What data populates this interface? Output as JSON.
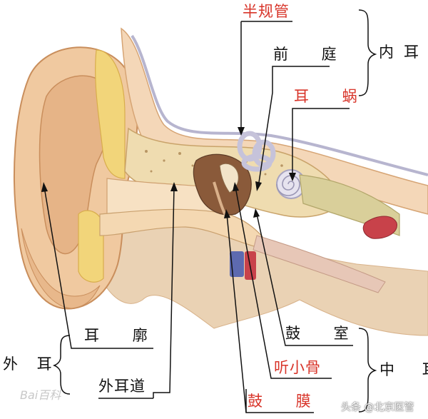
{
  "labels": {
    "semicircular_canals": "半规管",
    "vestibule": "前 庭",
    "cochlea": "耳 蜗",
    "inner_ear": "内耳",
    "auricle": "耳 廓",
    "ear_canal": "外耳道",
    "outer_ear": "外 耳",
    "tympanic_cavity": "鼓 室",
    "ossicles": "听小骨",
    "middle_ear": "中 耳",
    "eardrum": "鼓 膜"
  },
  "watermarks": {
    "baidu": "Bai百科",
    "source": "头条 @北京医管"
  },
  "colors": {
    "label_red": "#d8352a",
    "label_black": "#111111",
    "skin": "#f0c9a0",
    "skin_dark": "#d9a070",
    "bone": "#efdcb0",
    "fat_yellow": "#f2d57a",
    "canal_lilac": "#c6c3da"
  }
}
